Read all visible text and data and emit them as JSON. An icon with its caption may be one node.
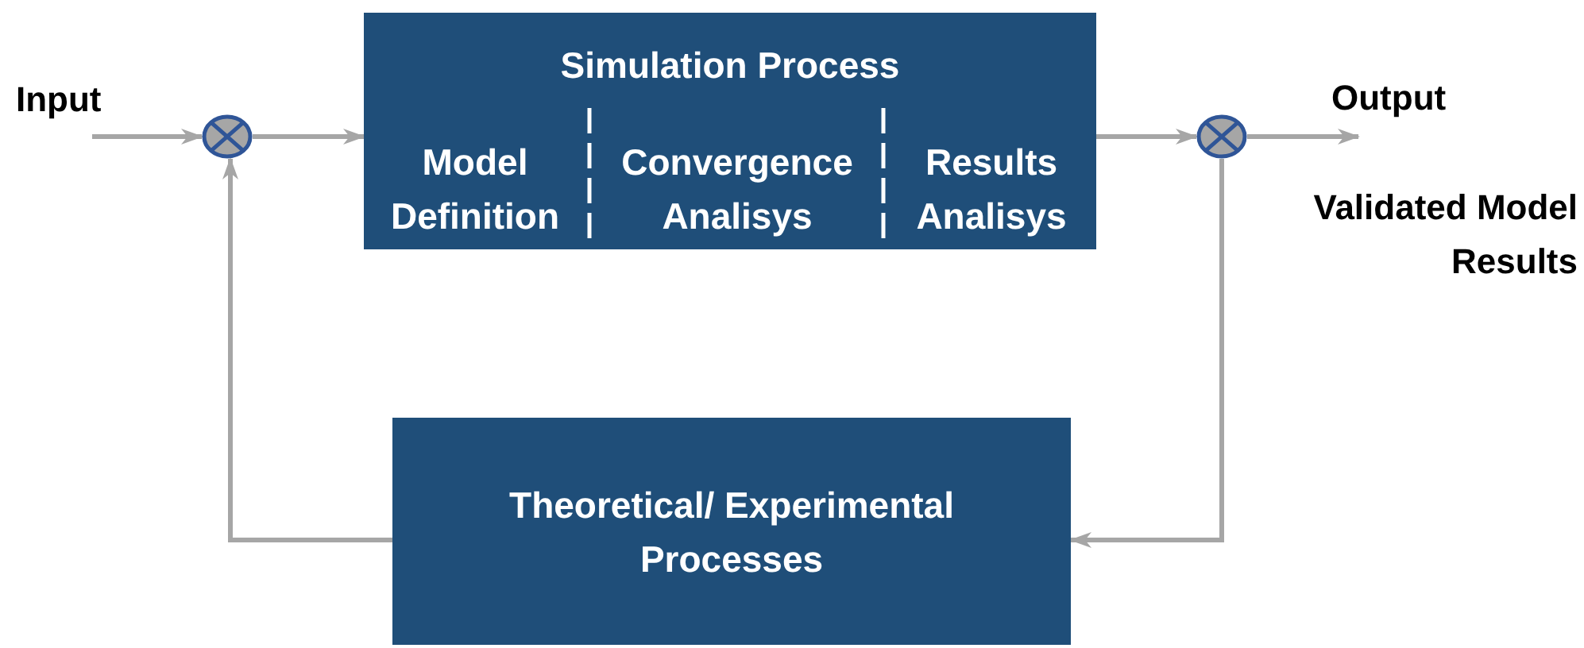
{
  "diagram": {
    "nodes": [
      {
        "text": [
          "Input"
        ]
      },
      {
        "text": [
          "Simulation Process"
        ]
      },
      {
        "text": [
          "Model Definition"
        ],
        "in": 1
      },
      {
        "text": [
          "Convergence Analisys"
        ],
        "in": 1
      },
      {
        "text": [
          "Results Analisys"
        ],
        "in": 1
      },
      {
        "text": [],
        "shape": "circle"
      },
      {
        "text": [],
        "shape": "circle"
      },
      {
        "text": [
          "Output"
        ]
      },
      {
        "text": [
          "Theoretical/ Experimental Processes"
        ]
      }
    ],
    "edges": [
      {
        "from": 0,
        "to": 5,
        "arrow": "to"
      },
      {
        "from": 5,
        "to": 1,
        "arrow": "to"
      },
      {
        "from": 1,
        "to": 6,
        "arrow": "to"
      },
      {
        "from": 6,
        "to": 7,
        "arrow": "to"
      },
      {
        "from": 6,
        "to": 8,
        "arrow": "to"
      },
      {
        "from": 8,
        "to": 5,
        "arrow": "to"
      }
    ],
    "labels": [
      "Validated Model Results"
    ]
  }
}
